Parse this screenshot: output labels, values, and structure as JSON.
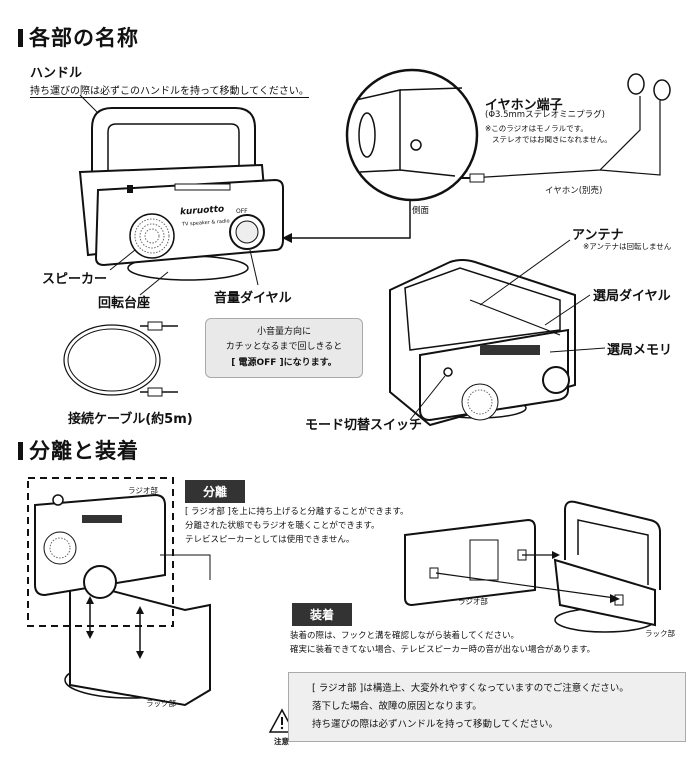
{
  "section1": {
    "title": "各部の名称"
  },
  "section2": {
    "title": "分離と装着"
  },
  "parts": {
    "handle": "ハンドル",
    "handle_note": "持ち運びの際は必ずこのハンドルを持って移動してください。",
    "earphone_jack": "イヤホン端子",
    "earphone_jack_spec": "(Φ3.5mmステレオミニプラグ)",
    "earphone_note1": "※このラジオはモノラルです。",
    "earphone_note2": "ステレオではお聞きになれません。",
    "earphone": "イヤホン(別売)",
    "side": "側面",
    "speaker": "スピーカー",
    "swivel_base": "回転台座",
    "volume_dial": "音量ダイヤル",
    "volume_callout": [
      "小音量方向に",
      "カチッとなるまで回しきると",
      "[ 電源OFF ]になります。"
    ],
    "cable": "接続ケーブル(約5m)",
    "antenna": "アンテナ",
    "antenna_note": "※アンテナは回転しません",
    "tuning_dial": "選局ダイヤル",
    "tuning_memory": "選局メモリ",
    "mode_switch": "モード切替スイッチ",
    "brand": "kuruotto",
    "brand_sub": "TV speaker & radio",
    "off_label": "OFF"
  },
  "separation": {
    "tag": "分離",
    "lines": [
      "[ ラジオ部 ]を上に持ち上げると分離することができます。",
      "分離された状態でもラジオを聴くことができます。",
      "テレビスピーカーとしては使用できません。"
    ],
    "radio_label": "ラジオ部",
    "rack_label": "ラック部"
  },
  "attach": {
    "tag": "装着",
    "lines": [
      "装着の際は、フックと溝を確認しながら装着してください。",
      "確実に装着できてない場合、テレビスピーカー時の音が出ない場合があります。"
    ],
    "radio_label": "ラジオ部",
    "rack_label": "ラック部"
  },
  "caution": {
    "icon_label": "注意",
    "lines": [
      "[ ラジオ部 ]は構造上、大変外れやすくなっていますのでご注意ください。",
      "落下した場合、故障の原因となります。",
      "持ち運びの際は必ずハンドルを持って移動してください。"
    ]
  }
}
